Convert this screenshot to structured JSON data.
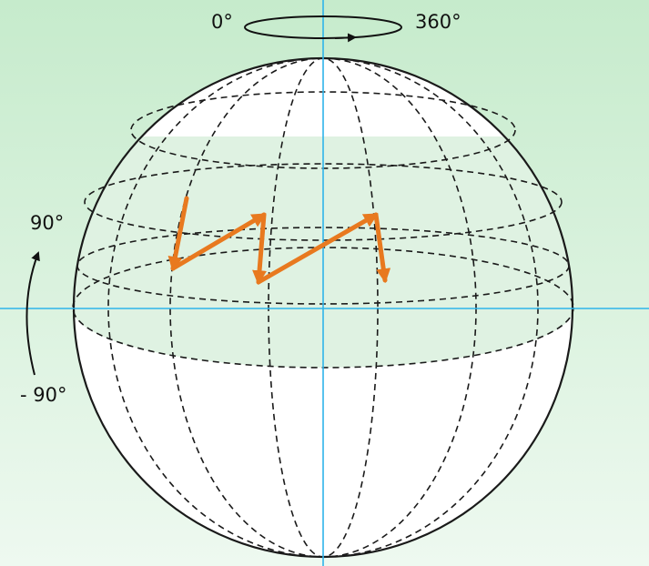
{
  "labels": {
    "azimuth_start": "0°",
    "azimuth_end": "360°",
    "elevation_top": "90°",
    "elevation_bottom": "- 90°"
  },
  "colors": {
    "background_top": "#c6ebcc",
    "background_bottom": "#eef9f0",
    "band_fill": "#dff2e2",
    "axis_line": "#2eb4ea",
    "path_arrow": "#e8791f",
    "outline": "#1a1a1a"
  }
}
